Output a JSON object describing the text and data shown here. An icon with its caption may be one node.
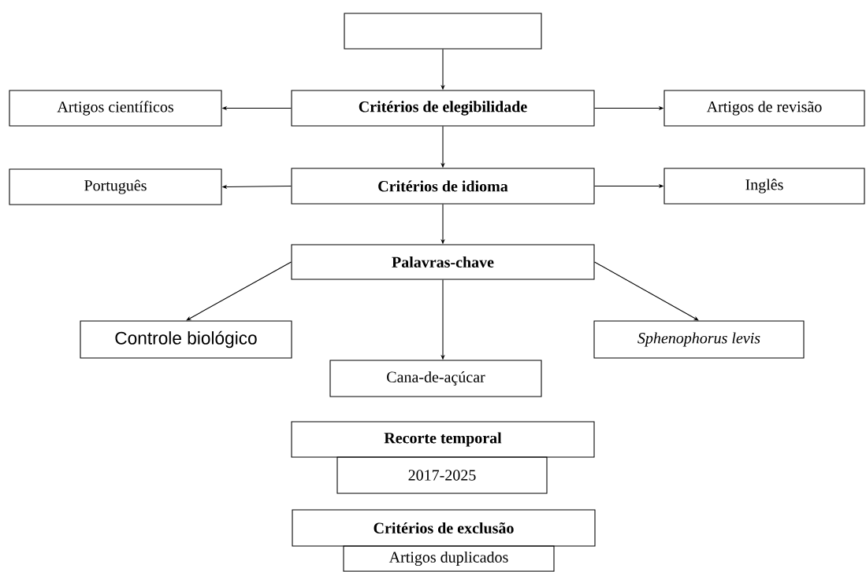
{
  "diagram": {
    "nodes": [
      {
        "text": [],
        "shape": "box"
      },
      {
        "text": [
          "Critérios de elegibilidade"
        ]
      },
      {
        "text": [
          "Artigos científicos"
        ]
      },
      {
        "text": [
          "Artigos de revisão"
        ]
      },
      {
        "text": [
          "Critérios de idioma"
        ]
      },
      {
        "text": [
          "Português"
        ]
      },
      {
        "text": [
          "Inglês"
        ]
      },
      {
        "text": [
          "Palavras-chave"
        ]
      },
      {
        "text": [
          "Controle biológico"
        ]
      },
      {
        "text": [
          "Sphenophorus levis"
        ]
      },
      {
        "text": [
          "Cana-de-açúcar"
        ]
      },
      {
        "text": [
          "Recorte temporal"
        ]
      },
      {
        "text": [
          "2017-2025"
        ]
      },
      {
        "text": [
          "Critérios de exclusão"
        ]
      },
      {
        "text": [
          "Artigos duplicados"
        ]
      }
    ],
    "edges": [
      {
        "from": 0,
        "to": 1,
        "arrow": "to"
      },
      {
        "from": 1,
        "to": 2,
        "arrow": "to"
      },
      {
        "from": 1,
        "to": 3,
        "arrow": "to"
      },
      {
        "from": 1,
        "to": 4,
        "arrow": "to"
      },
      {
        "from": 4,
        "to": 5,
        "arrow": "to"
      },
      {
        "from": 4,
        "to": 6,
        "arrow": "to"
      },
      {
        "from": 4,
        "to": 7,
        "arrow": "to"
      },
      {
        "from": 7,
        "to": 8,
        "arrow": "to"
      },
      {
        "from": 7,
        "to": 10,
        "arrow": "to"
      },
      {
        "from": 7,
        "to": 9,
        "arrow": "to"
      }
    ]
  }
}
